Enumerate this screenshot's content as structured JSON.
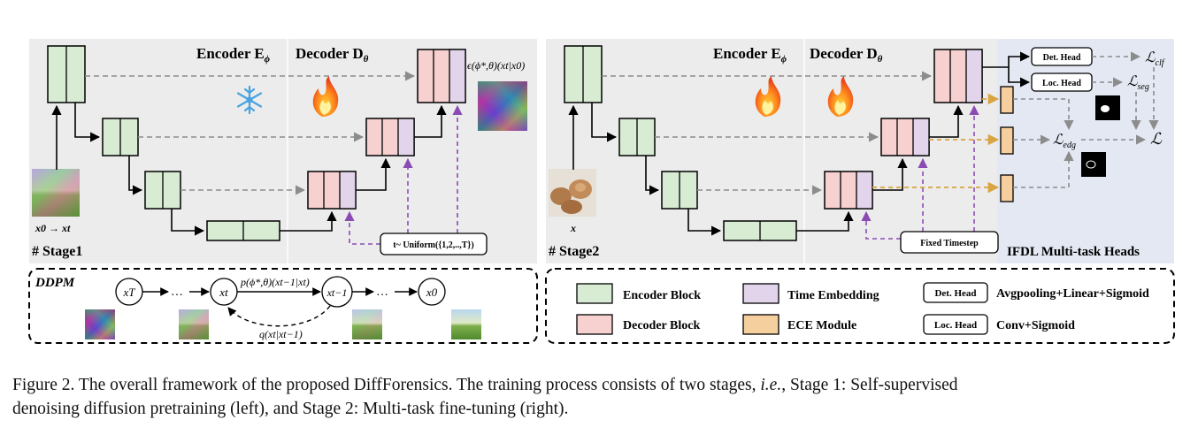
{
  "stage1": {
    "encoder_label": "Encoder E",
    "encoder_sub": "ϕ",
    "decoder_label": "Decoder D",
    "decoder_sub": "θ",
    "output_label": "ϵ(ϕ*,θ)(xt|x0)",
    "input_label": "x0 → xt",
    "uniform_label": "t~ Uniform({1,2,..,T})",
    "stage_label": "# Stage1"
  },
  "stage2": {
    "encoder_label": "Encoder E",
    "encoder_sub": "ϕ",
    "decoder_label": "Decoder D",
    "decoder_sub": "θ",
    "input_label": "x",
    "timestep_label": "Fixed Timestep",
    "stage_label": "# Stage2",
    "heads_title": "IFDL Multi-task Heads",
    "det_head": "Det. Head",
    "loc_head": "Loc. Head",
    "loss_clf": "clf",
    "loss_seg": "seg",
    "loss_edg": "edg",
    "loss_total": "ℒ"
  },
  "ddpm": {
    "title": "DDPM",
    "nodes": [
      "xT",
      "xt",
      "xt−1",
      "x0"
    ],
    "forward_label": "p(ϕ*,θ)(xt−1|xt)",
    "reverse_label": "q(xt|xt−1)",
    "dots": "…"
  },
  "legend": {
    "encoder_block": "Encoder Block",
    "decoder_block": "Decoder Block",
    "time_embedding": "Time Embedding",
    "ece_module": "ECE Module",
    "det_head": "Det. Head",
    "det_desc": "Avgpooling+Linear+Sigmoid",
    "loc_head": "Loc. Head",
    "loc_desc": "Conv+Sigmoid"
  },
  "caption": {
    "line1_a": "Figure 2. The overall framework of the proposed DiffForensics. The training process consists of two stages, ",
    "line1_ie": "i.e.",
    "line1_b": ", Stage 1: Self-supervised",
    "line2": "denoising diffusion pretraining (left), and Stage 2: Multi-task fine-tuning (right)."
  },
  "colors": {
    "encoder": "#d7ecd3",
    "decoder": "#f7d0d0",
    "time": "#e2d4ea",
    "ece": "#f6cf9f",
    "panel": "#ececec",
    "heads_panel": "#e4e8f3",
    "purple_arrow": "#8a4cb3",
    "orange_arrow": "#d9a441",
    "gray_arrow": "#8c8c8c"
  },
  "icons": [
    "snowflake-icon",
    "flame-icon"
  ]
}
